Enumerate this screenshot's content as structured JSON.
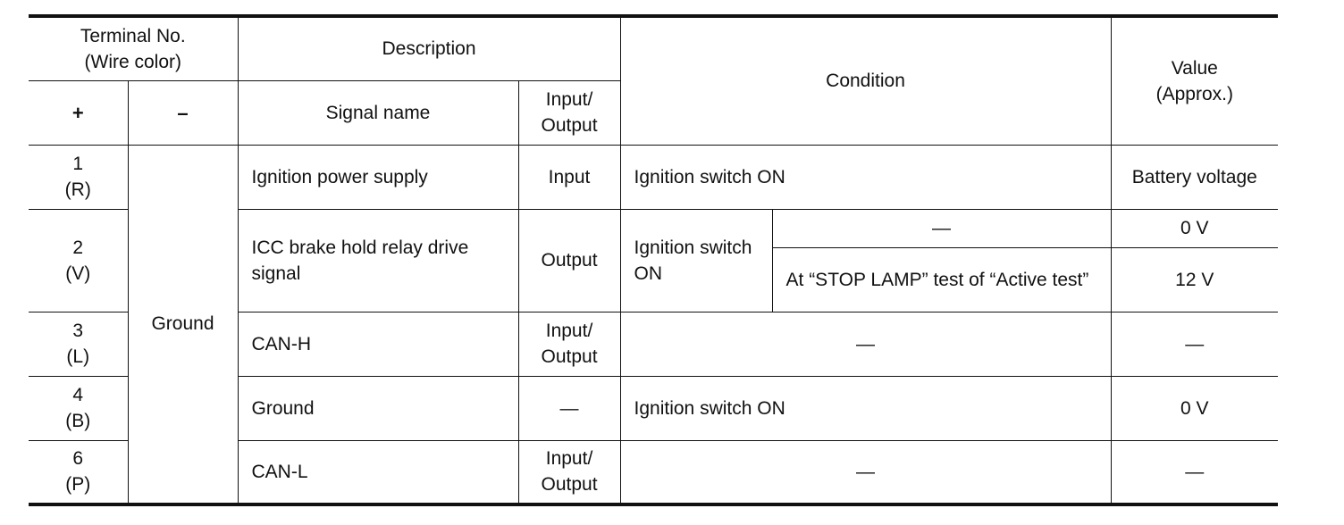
{
  "header": {
    "terminal_no": [
      "Terminal No.",
      "(Wire color)"
    ],
    "description": "Description",
    "condition": "Condition",
    "value": [
      "Value",
      "(Approx.)"
    ],
    "plus": "+",
    "minus": "–",
    "signal_name": "Signal name",
    "io": [
      "Input/",
      "Output"
    ]
  },
  "ground_label": "Ground",
  "rows": [
    {
      "terminal": [
        "1",
        "(R)"
      ],
      "signal": "Ignition power supply",
      "io": "Input",
      "condition": "Ignition switch ON",
      "value": "Battery voltage"
    },
    {
      "terminal": [
        "2",
        "(V)"
      ],
      "signal": "ICC brake hold relay drive signal",
      "io": "Output",
      "condition_main": [
        "Ignition switch",
        "ON"
      ],
      "sub": [
        {
          "condition": "—",
          "value": "0 V"
        },
        {
          "condition": "At “STOP LAMP” test of “Active test”",
          "value": "12 V"
        }
      ]
    },
    {
      "terminal": [
        "3",
        "(L)"
      ],
      "signal": "CAN-H",
      "io": [
        "Input/",
        "Output"
      ],
      "condition": "—",
      "value": "—"
    },
    {
      "terminal": [
        "4",
        "(B)"
      ],
      "signal": "Ground",
      "io": "—",
      "condition": "Ignition switch ON",
      "value": "0 V"
    },
    {
      "terminal": [
        "6",
        "(P)"
      ],
      "signal": "CAN-L",
      "io": [
        "Input/",
        "Output"
      ],
      "condition": "—",
      "value": "—"
    }
  ]
}
